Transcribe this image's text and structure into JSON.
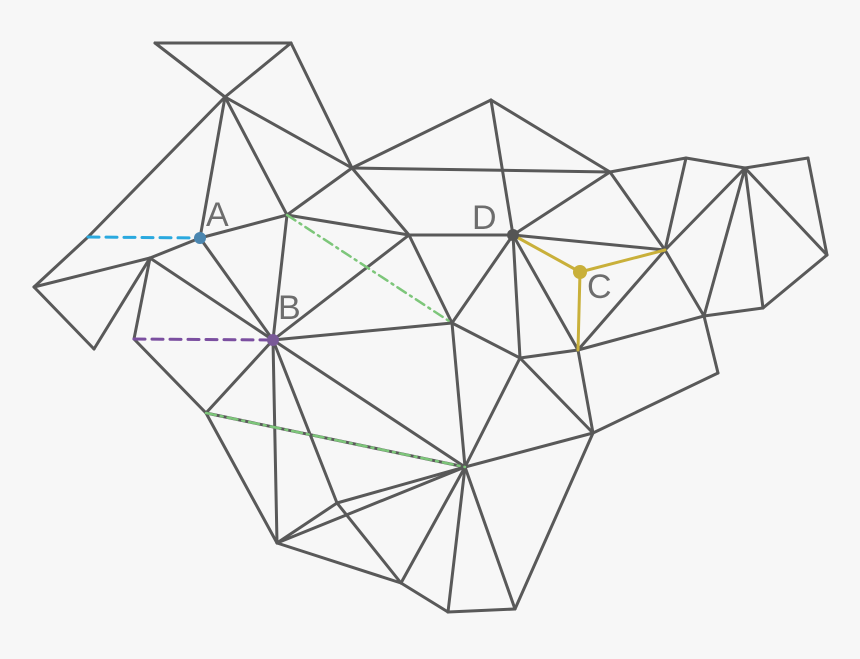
{
  "labels": {
    "a": "A",
    "b": "B",
    "c": "C",
    "d": "D"
  },
  "colors": {
    "background": "#f7f7f7",
    "edge": "#595959",
    "label": "#6d6d6d",
    "point_a": "#4a86b0",
    "point_b": "#7a5a98",
    "point_c": "#c9b03a",
    "point_d": "#555555",
    "dashed_blue": "#2aa9df",
    "dashed_purple": "#7b4fa0",
    "dash_dot_green": "#7dc67a",
    "voronoi_c": "#c9b03a"
  }
}
